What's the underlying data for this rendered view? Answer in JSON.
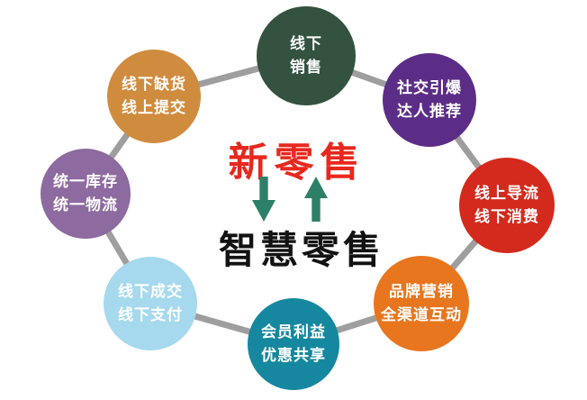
{
  "center": {
    "title": "新零售",
    "subtitle": "智慧零售",
    "title_color": "#e8281e",
    "subtitle_color": "#121212",
    "arrow_color": "#2e7f68",
    "icons": {
      "down": "arrow-down-icon",
      "up": "arrow-up-icon"
    }
  },
  "connector_color": "#9e9e9e",
  "circles": [
    {
      "id": "offline-sales",
      "line1": "线下",
      "line2": "销售",
      "color": "#33523f"
    },
    {
      "id": "social-explosion",
      "line1": "社交引爆",
      "line2": "达人推荐",
      "color": "#5c2d87"
    },
    {
      "id": "online-diversion",
      "line1": "线上导流",
      "line2": "线下消费",
      "color": "#d42a1d"
    },
    {
      "id": "brand-marketing",
      "line1": "品牌营销",
      "line2": "全渠道互动",
      "color": "#e8761f"
    },
    {
      "id": "member-benefits",
      "line1": "会员利益",
      "line2": "优惠共享",
      "color": "#15889f"
    },
    {
      "id": "offline-deal",
      "line1": "线下成交",
      "line2": "线下支付",
      "color": "#a6d9ee"
    },
    {
      "id": "unified-inventory",
      "line1": "统一库存",
      "line2": "统一物流",
      "color": "#8d6a9f"
    },
    {
      "id": "offline-shortage",
      "line1": "线下缺货",
      "line2": "线上提交",
      "color": "#d08c3e"
    }
  ]
}
